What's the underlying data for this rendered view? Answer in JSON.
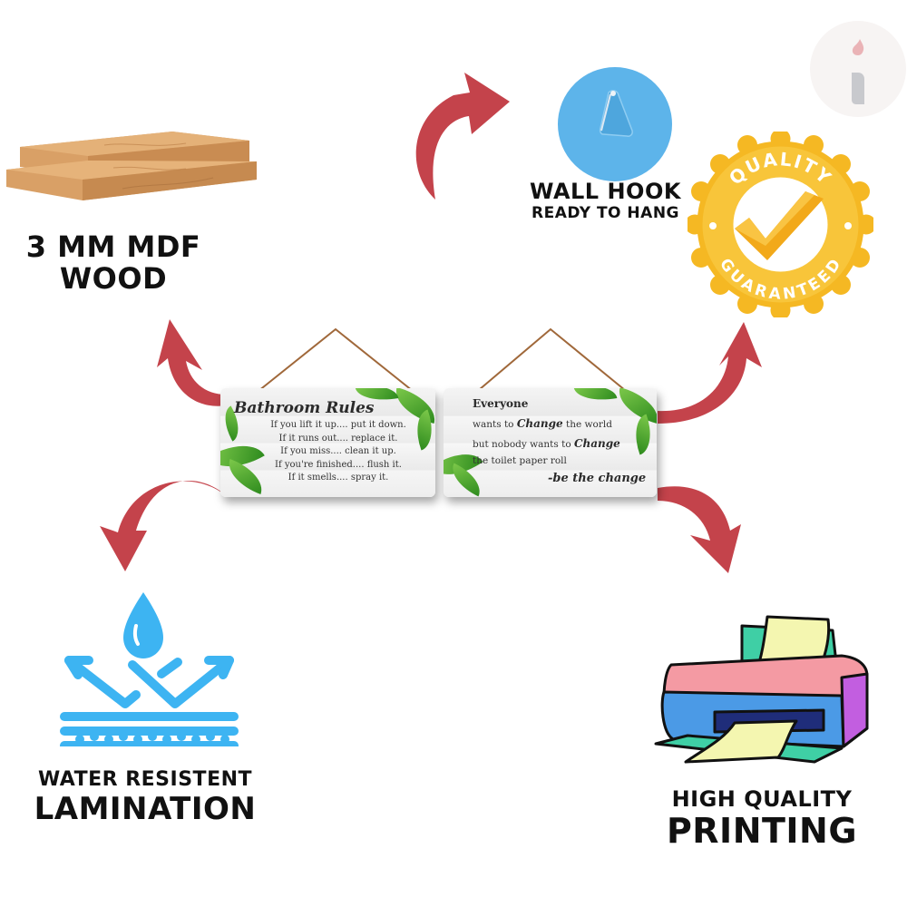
{
  "features": {
    "wood": {
      "title_line1": "3 MM MDF",
      "title_line2": "WOOD",
      "icon": "wood-planks-icon"
    },
    "hook": {
      "title": "WALL HOOK",
      "subtitle": "READY TO HANG",
      "icon": "wall-hook-icon"
    },
    "quality_badge": {
      "top_text": "QUALITY",
      "bottom_text": "GUARANTEED",
      "icon": "check-badge-icon",
      "color": "#f5b823"
    },
    "water": {
      "title_line1": "WATER RESISTENT",
      "title_line2": "LAMINATION",
      "icon": "water-drop-icon",
      "color": "#3db4f2"
    },
    "printing": {
      "title_line1": "HIGH QUALITY",
      "title_line2": "PRINTING",
      "icon": "printer-icon"
    }
  },
  "signs": [
    {
      "title": "Bathroom Rules",
      "lines": [
        "If you lift it up.... put it down.",
        "If it runs out.... replace it.",
        "If you miss.... clean it up.",
        "If you're finished.... flush it.",
        "If it smells.... spray it."
      ]
    },
    {
      "heading": "Everyone",
      "line1_pre": "wants to ",
      "line1_script": "Change",
      "line1_post": " the world",
      "line2_pre": "but nobody wants to ",
      "line2_script": "Change",
      "line3": "the toilet paper roll",
      "signature": "-be the change"
    }
  ],
  "colors": {
    "arrow": "#c4434b",
    "text": "#111111"
  },
  "logo": {
    "icon": "brand-i-logo-icon"
  }
}
